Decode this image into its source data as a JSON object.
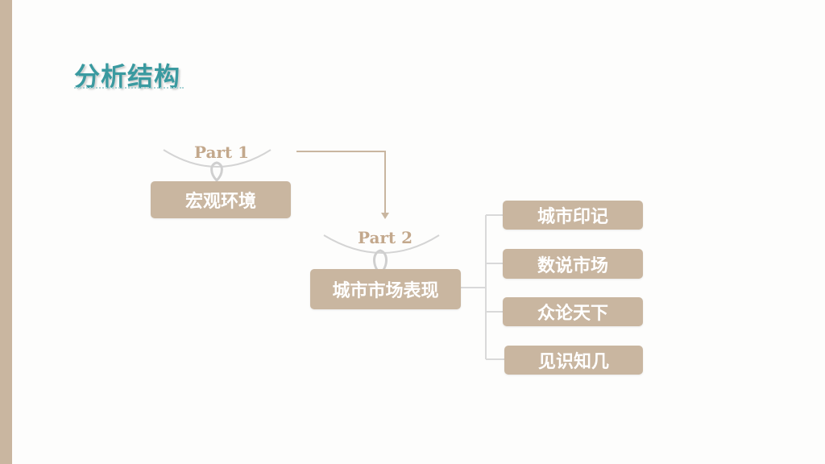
{
  "title": "分析结构",
  "part1": {
    "label": "Part 1",
    "box": "宏观环境"
  },
  "part2": {
    "label": "Part 2",
    "box": "城市市场表现"
  },
  "sub_items": [
    "城市印记",
    "数说市场",
    "众论天下",
    "见识知几"
  ],
  "colors": {
    "accent": "#c9b6a0",
    "title": "#3a9aa0",
    "line": "#d9d9d9"
  }
}
